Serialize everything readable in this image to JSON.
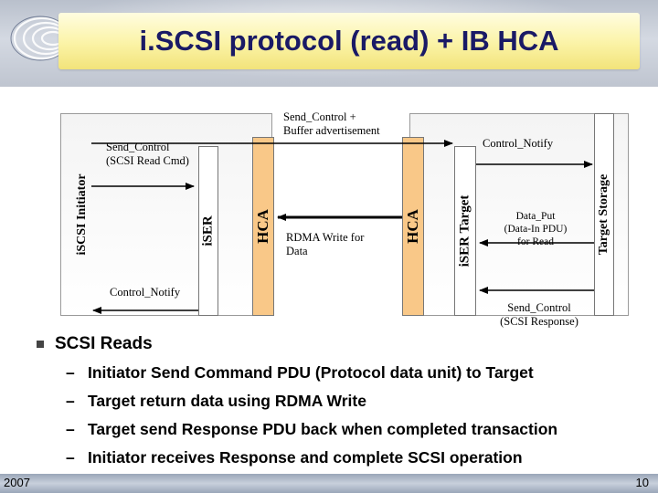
{
  "slide": {
    "title": "i.SCSI protocol (read) + IB HCA",
    "year": "2007",
    "page_number": "10"
  },
  "diagram": {
    "columns": {
      "iscsi_initiator": "iSCSI Initiator",
      "iser_left": "iSER",
      "hca_left": "HCA",
      "hca_right": "HCA",
      "iser_target": "iSER Target",
      "target_storage": "Target Storage"
    },
    "messages": {
      "send_control_cmd_1": "Send_Control",
      "send_control_cmd_2": "(SCSI Read Cmd)",
      "send_control_buffer_1": "Send_Control +",
      "send_control_buffer_2": "Buffer advertisement",
      "control_notify_top": "Control_Notify",
      "rdma_write_1": "RDMA Write for",
      "rdma_write_2": "Data",
      "data_put_1": "Data_Put",
      "data_put_2": "(Data-In PDU)",
      "data_put_3": "for Read",
      "control_notify_bottom": "Control_Notify",
      "send_control_resp_1": "Send_Control",
      "send_control_resp_2": "(SCSI Response)"
    },
    "colors": {
      "hca_fill": "#f9c888",
      "column_fill": "#ffffff",
      "arrow": "#000000"
    }
  },
  "bullets": {
    "main": "SCSI Reads",
    "items": [
      "Initiator Send Command PDU (Protocol data unit) to Target",
      "Target return data using RDMA Write",
      "Target send Response PDU back when completed transaction",
      "Initiator receives Response and complete SCSI operation"
    ]
  }
}
